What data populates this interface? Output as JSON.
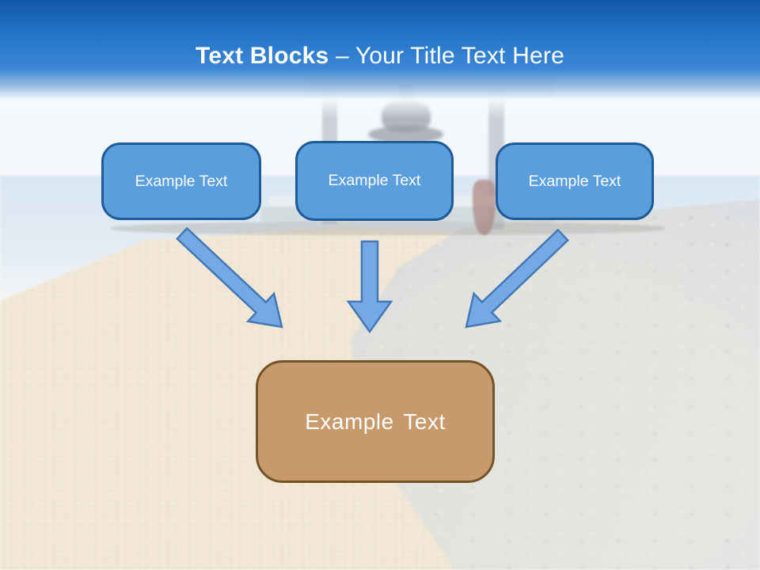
{
  "slide": {
    "title": {
      "bold_part": "Text Blocks",
      "regular_part": "– Your Title Text Here"
    },
    "top_boxes": [
      {
        "label": "Example Text"
      },
      {
        "label": "Example Text"
      },
      {
        "label": "Example Text"
      }
    ],
    "center_box": {
      "label": "Example Text"
    },
    "arrows": [
      "left-diagonal-down-right",
      "center-straight-down",
      "right-diagonal-down-left"
    ],
    "colors": {
      "header_blue_top": "#1459A8",
      "header_blue_bottom": "#3D87D6",
      "top_box_fill": "#5B9EDE",
      "top_box_border": "#1E5B98",
      "center_box_fill": "#C8996A",
      "center_box_border": "#735428",
      "arrow_fill": "#74A9E6",
      "arrow_border": "#4278B4",
      "text": "#FFFFFF"
    },
    "background": {
      "scene": "faded-beach-jetty-photo-with-yoga-pavilion"
    }
  }
}
